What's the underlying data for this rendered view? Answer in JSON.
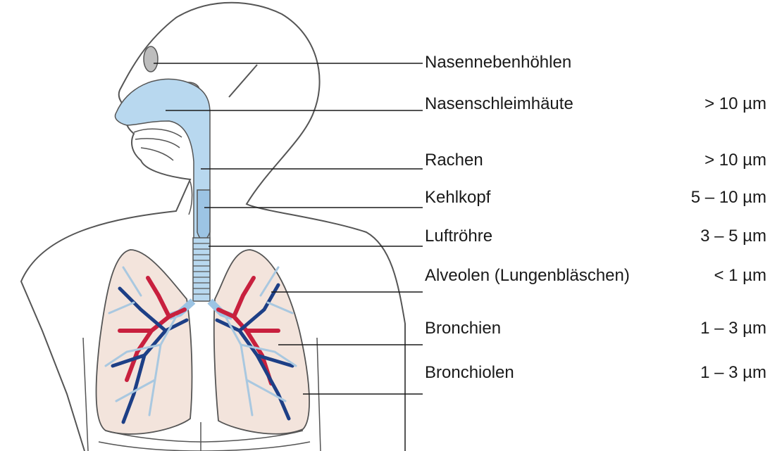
{
  "labels": [
    {
      "name": "Nasennebenhöhlen",
      "size": ""
    },
    {
      "name": "Nasenschleimhäute",
      "size": "> 10 µm"
    },
    {
      "name": "Rachen",
      "size": "> 10 µm"
    },
    {
      "name": "Kehlkopf",
      "size": "5 – 10 µm"
    },
    {
      "name": "Luftröhre",
      "size": "3 – 5 µm"
    },
    {
      "name": "Alveolen (Lungenbläschen)",
      "size": "< 1 µm"
    },
    {
      "name": "Bronchien",
      "size": "1 – 3 µm"
    },
    {
      "name": "Bronchiolen",
      "size": "1 – 3 µm"
    }
  ],
  "colors": {
    "outline": "#4a4a4a",
    "airway": "#b8d8ef",
    "sinus": "#bdbdbd",
    "lung_fill": "#f3e4dc",
    "vein_blue": "#1d3f86",
    "artery_red": "#c8203e",
    "bronchi_light": "#a9c8e0"
  }
}
